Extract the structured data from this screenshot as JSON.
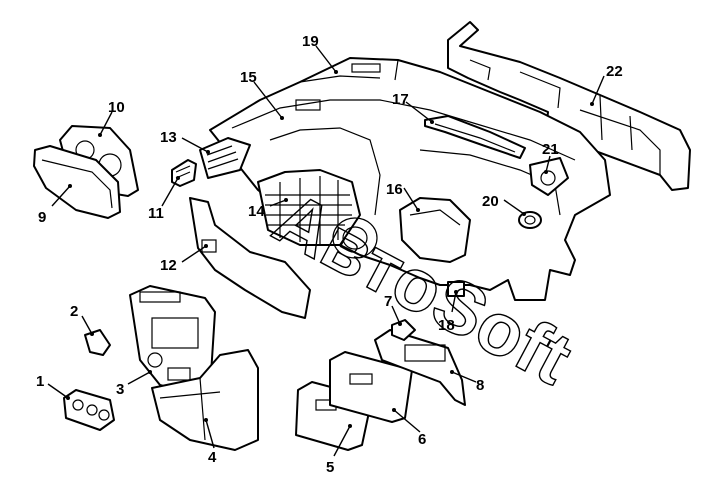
{
  "diagram": {
    "watermark": "АвтоSoft",
    "callouts": [
      {
        "id": "1",
        "label": "1"
      },
      {
        "id": "2",
        "label": "2"
      },
      {
        "id": "3",
        "label": "3"
      },
      {
        "id": "4",
        "label": "4"
      },
      {
        "id": "5",
        "label": "5"
      },
      {
        "id": "6",
        "label": "6"
      },
      {
        "id": "7",
        "label": "7"
      },
      {
        "id": "8",
        "label": "8"
      },
      {
        "id": "9",
        "label": "9"
      },
      {
        "id": "10",
        "label": "10"
      },
      {
        "id": "11",
        "label": "11"
      },
      {
        "id": "12",
        "label": "12"
      },
      {
        "id": "13",
        "label": "13"
      },
      {
        "id": "14",
        "label": "14"
      },
      {
        "id": "15",
        "label": "15"
      },
      {
        "id": "16",
        "label": "16"
      },
      {
        "id": "17",
        "label": "17"
      },
      {
        "id": "18",
        "label": "18"
      },
      {
        "id": "19",
        "label": "19"
      },
      {
        "id": "20",
        "label": "20"
      },
      {
        "id": "21",
        "label": "21"
      },
      {
        "id": "22",
        "label": "22"
      }
    ]
  }
}
